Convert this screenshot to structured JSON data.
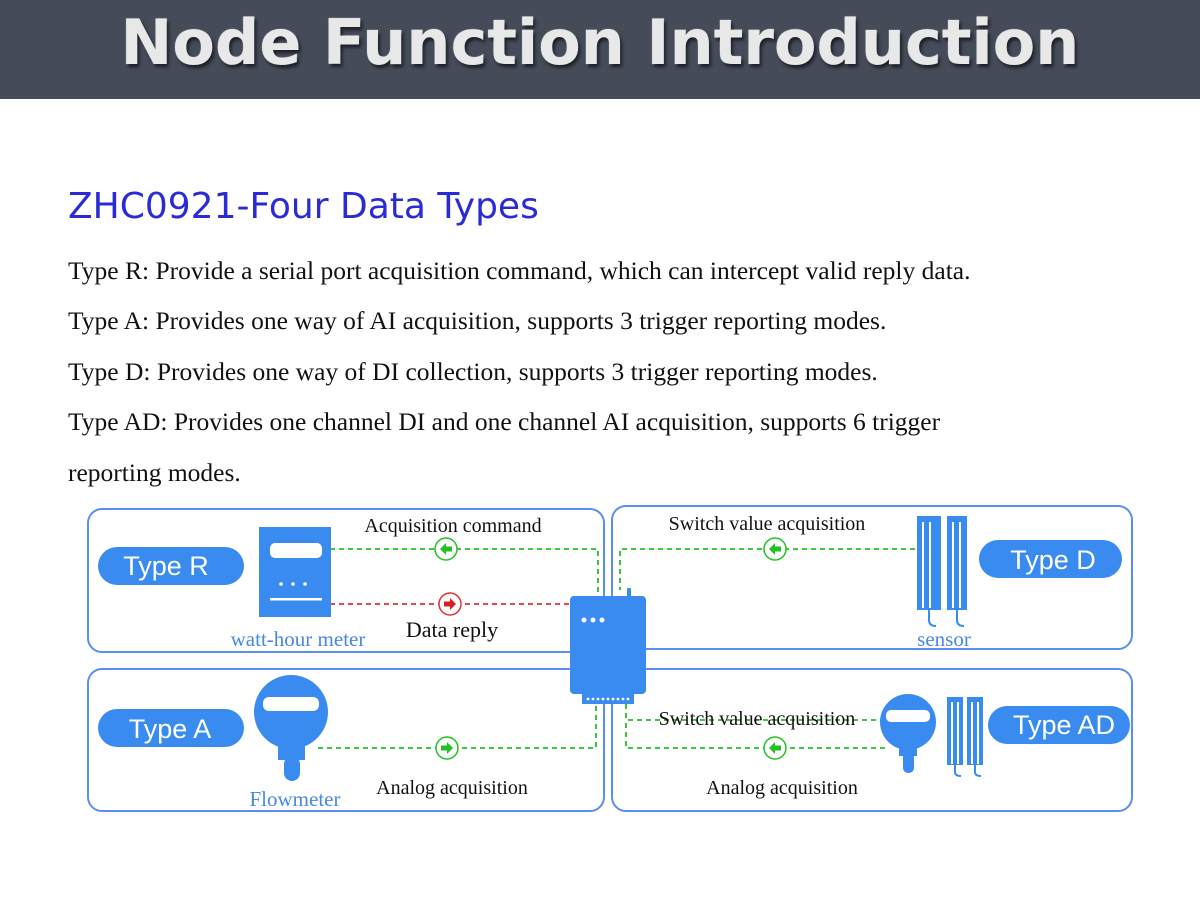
{
  "header": {
    "title": "Node Function Introduction"
  },
  "section": {
    "title": "ZHC0921-Four Data Types",
    "descriptions": [
      "Type R: Provide a serial port acquisition command, which can intercept valid reply data.",
      "Type A: Provides one way of AI acquisition, supports 3 trigger reporting modes.",
      "Type D: Provides one way of DI collection, supports 3 trigger reporting modes.",
      "Type AD: Provides one channel DI and one channel AI acquisition, supports 6 trigger",
      "reporting modes."
    ]
  },
  "diagram": {
    "panels": {
      "r": {
        "type_label": "Type R",
        "device_label": "watt-hour meter",
        "line1_label": "Acquisition command",
        "line2_label": "Data reply"
      },
      "d": {
        "type_label": "Type D",
        "device_label": "sensor",
        "line1_label": "Switch value acquisition"
      },
      "a": {
        "type_label": "Type A",
        "device_label": "Flowmeter",
        "line1_label": "Analog acquisition"
      },
      "ad": {
        "type_label": "Type AD",
        "line1_label": "Switch value acquisition",
        "line2_label": "Analog acquisition"
      }
    }
  },
  "colors": {
    "banner": "#454b59",
    "subtitle": "#2b2bd6",
    "device_blue": "#3a8bef",
    "panel_border": "#5a8ef0",
    "label_blue": "#4a86e8",
    "line_green": "#22c022",
    "line_red": "#e03030"
  }
}
